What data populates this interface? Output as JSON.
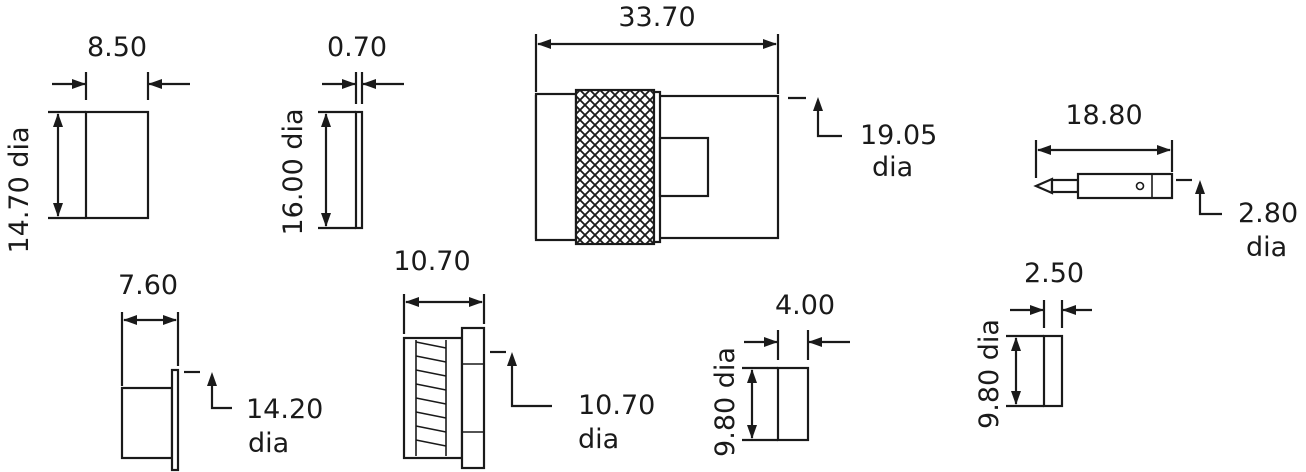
{
  "dimensions": {
    "cap_width": "8.50",
    "cap_diameter": "14.70 dia",
    "washer_thickness": "0.70",
    "washer_diameter": "16.00 dia",
    "body_length": "33.70",
    "body_diameter_value": "19.05",
    "body_diameter_unit": "dia",
    "pin_length": "18.80",
    "pin_diameter_value": "2.80",
    "pin_diameter_unit": "dia",
    "sleeve_width": "7.60",
    "sleeve_diameter_value": "14.20",
    "sleeve_diameter_unit": "dia",
    "nut_length": "10.70",
    "nut_diameter_value": "10.70",
    "nut_diameter_unit": "dia",
    "ring_width": "4.00",
    "ring_diameter": "9.80 dia",
    "insulator_width": "2.50",
    "insulator_diameter": "9.80 dia"
  },
  "colors": {
    "ink": "#1a1a1a",
    "background": "#ffffff"
  }
}
